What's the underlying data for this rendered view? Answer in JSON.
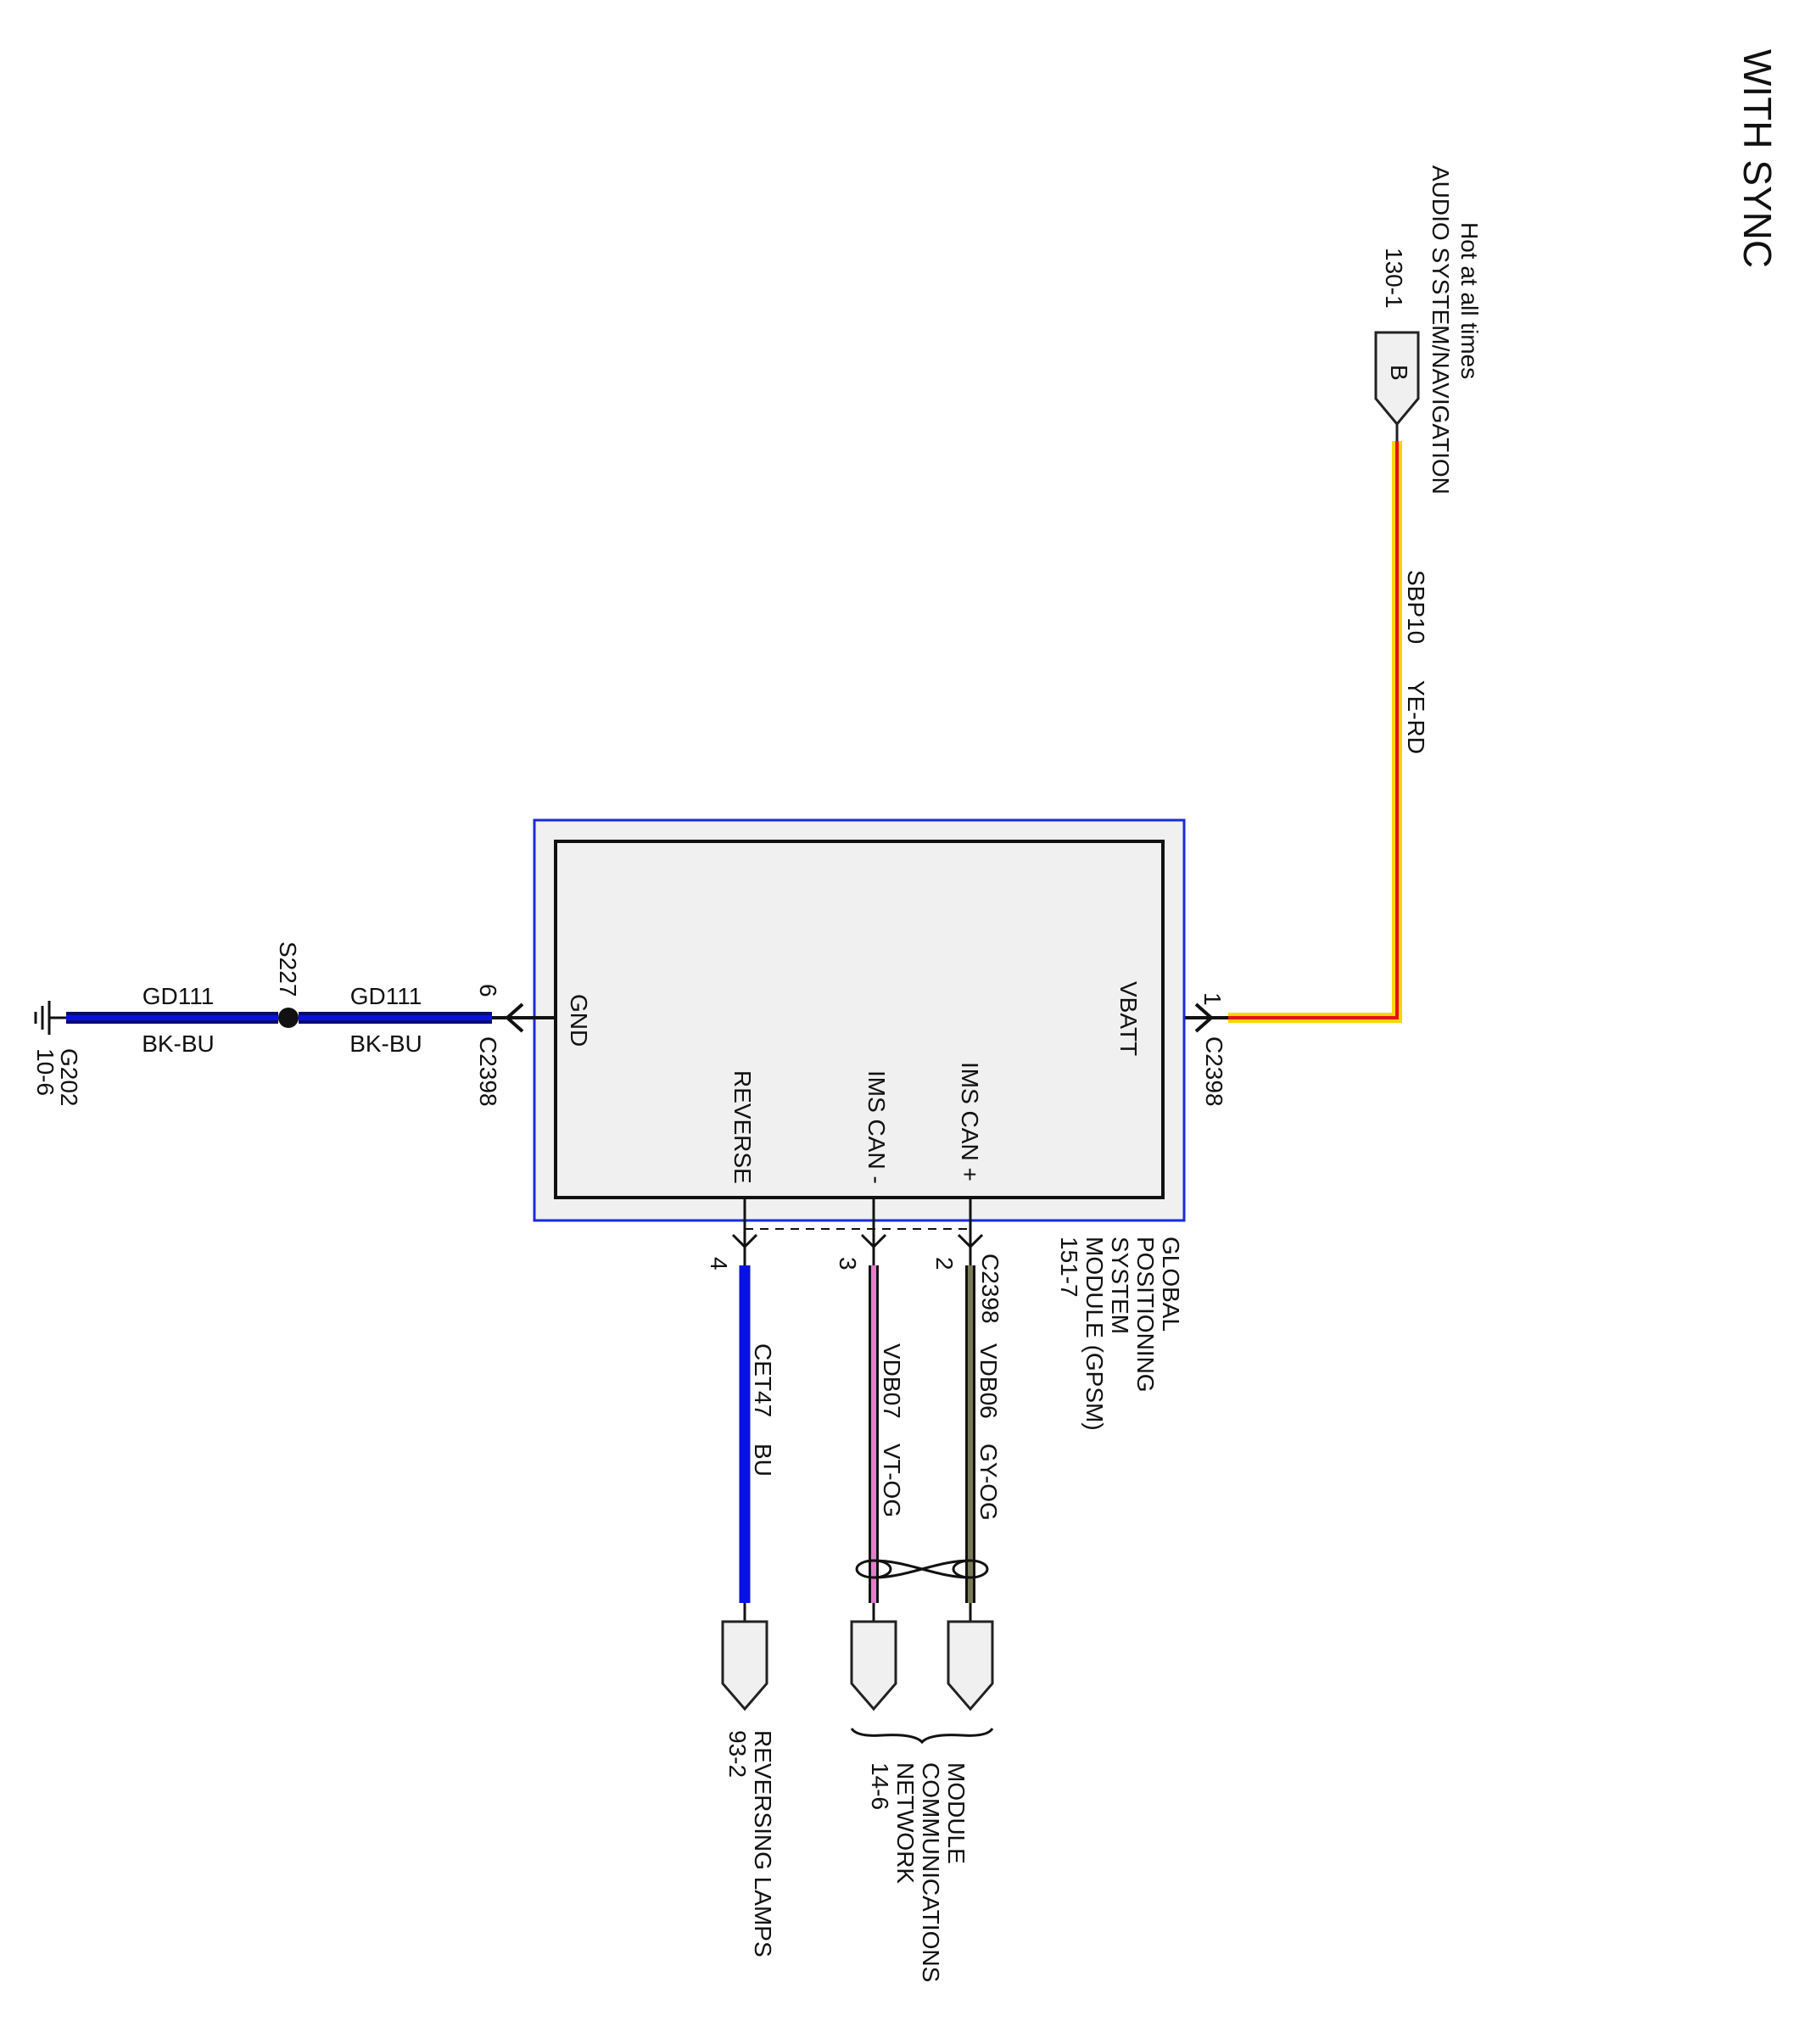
{
  "title": "WITH SYNC",
  "module": {
    "name_lines": [
      "GLOBAL",
      "POSITIONING",
      "SYSTEM",
      "MODULE (GPSM)",
      "151-7"
    ],
    "pins": {
      "vbatt": "VBATT",
      "gnd": "GND",
      "reverse": "REVERSE",
      "can_minus": "IMS CAN -",
      "can_plus": "IMS CAN +"
    }
  },
  "power_source": {
    "connector_letter": "B",
    "lines": [
      "Hot at all times",
      "AUDIO SYSTEM/NAVIGATION",
      "130-1"
    ],
    "circuit": "SBP10",
    "color_code": "YE-RD",
    "pin_number": "1",
    "connector": "C2398"
  },
  "ground": {
    "pin_number": "6",
    "connector": "C2398",
    "splice": "S227",
    "circuit_1": "GD111",
    "color_1": "BK-BU",
    "circuit_2": "GD111",
    "color_2": "BK-BU",
    "ground_point": "G202",
    "ground_page": "10-6"
  },
  "bottom_wires": {
    "connector": "C2398",
    "reverse": {
      "pin": "4",
      "circuit": "CET47",
      "color_code": "BU"
    },
    "can_minus": {
      "pin": "3",
      "circuit": "VDB07",
      "color_code": "VT-OG"
    },
    "can_plus": {
      "pin": "2",
      "circuit": "VDB06",
      "color_code": "GY-OG"
    }
  },
  "destinations": {
    "reversing": [
      "REVERSING LAMPS",
      "93-2"
    ],
    "network": [
      "MODULE",
      "COMMUNICATIONS",
      "NETWORK",
      "14-6"
    ]
  },
  "colors": {
    "yellow": "#f5d800",
    "red": "#e41010",
    "blue": "#0a12e0",
    "dark_blue": "#0b0b6a",
    "pink": "#e87ccc",
    "gray_olive": "#7a7a55",
    "module_outline": "#1a2bd6",
    "module_fill": "#f0f0f0"
  }
}
